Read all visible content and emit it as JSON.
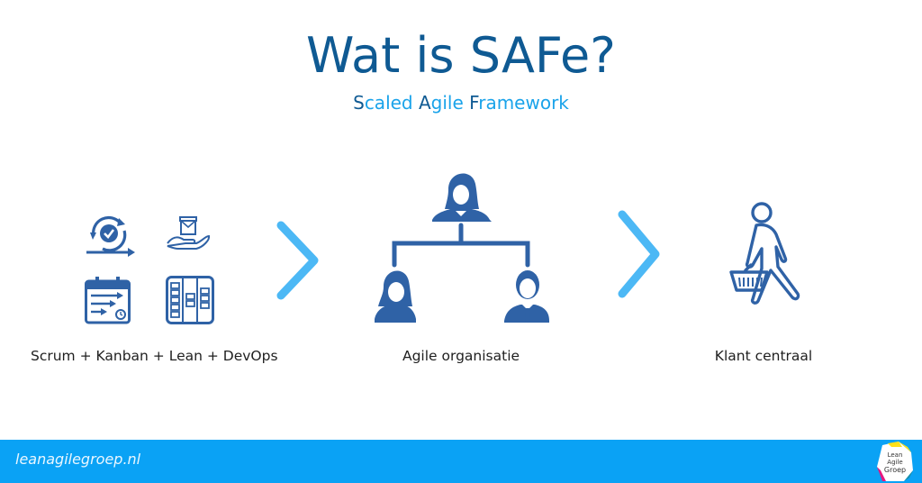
{
  "header": {
    "title": "Wat is SAFe?",
    "subtitle_parts": [
      {
        "initial": "S",
        "rest": "caled "
      },
      {
        "initial": "A",
        "rest": "gile "
      },
      {
        "initial": "F",
        "rest": "ramework"
      }
    ]
  },
  "steps": [
    {
      "label": "Scrum + Kanban + Lean + DevOps",
      "icons": [
        "scrum-cycle-icon",
        "lean-delivery-icon",
        "calendar-flow-icon",
        "kanban-board-icon"
      ]
    },
    {
      "label": "Agile organisatie",
      "icons": [
        "org-chart-icon"
      ]
    },
    {
      "label": "Klant centraal",
      "icons": [
        "shopper-with-basket-icon"
      ]
    }
  ],
  "arrows": [
    "chevron-right-icon",
    "chevron-right-icon"
  ],
  "footer": {
    "website": "leanagilegroep.nl",
    "logo_text": [
      "Lean",
      "Agile",
      "Groep"
    ]
  },
  "colors": {
    "dark_blue": "#0f5a93",
    "icon_blue": "#2f62a6",
    "light_blue": "#1aa3ea",
    "chevron": "#4cb8f5",
    "footer_bg": "#0aa2f5",
    "text": "#1f1f1f"
  }
}
